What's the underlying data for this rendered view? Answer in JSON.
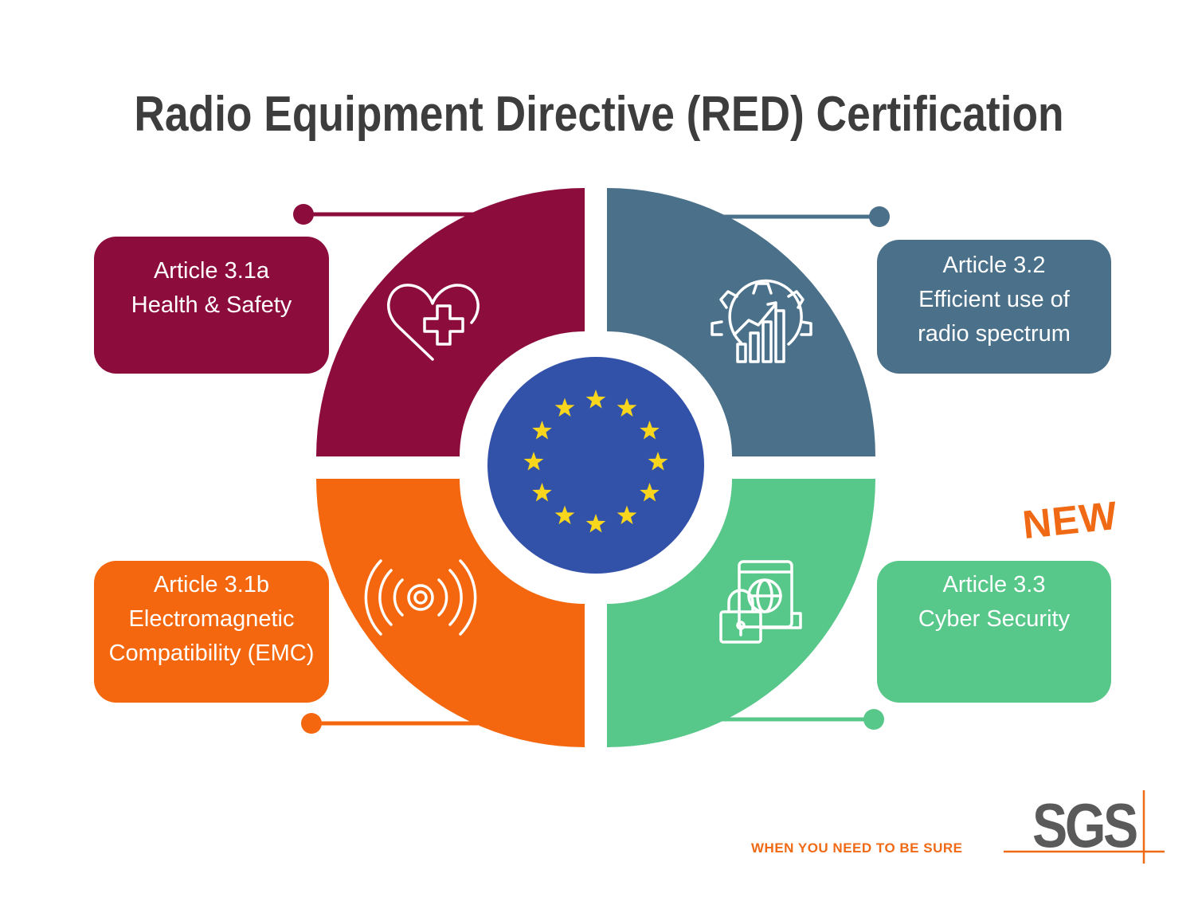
{
  "title": "Radio Equipment Directive (RED) Certification",
  "colors": {
    "health": "#8c0c3c",
    "spectrum": "#4a708a",
    "emc": "#f4670e",
    "cyber": "#58c78a",
    "eu_blue": "#3251a8",
    "eu_star": "#f7d61d",
    "accent": "#f06a16"
  },
  "articles": [
    {
      "line1": "Article 3.1a",
      "line2": "Health & Safety",
      "line3": ""
    },
    {
      "line1": "Article 3.2",
      "line2": "Efficient use of",
      "line3": "radio spectrum"
    },
    {
      "line1": "Article 3.1b",
      "line2": "Electromagnetic",
      "line3": "Compatibility (EMC)"
    },
    {
      "line1": "Article 3.3",
      "line2": "Cyber Security",
      "line3": ""
    }
  ],
  "icons": [
    "heart-cross-icon",
    "gear-chart-icon",
    "wireless-signal-icon",
    "cyber-lock-globe-icon",
    "eu-flag-icon"
  ],
  "new_badge": "NEW",
  "tagline": "WHEN YOU NEED TO BE SURE",
  "logo": "SGS"
}
